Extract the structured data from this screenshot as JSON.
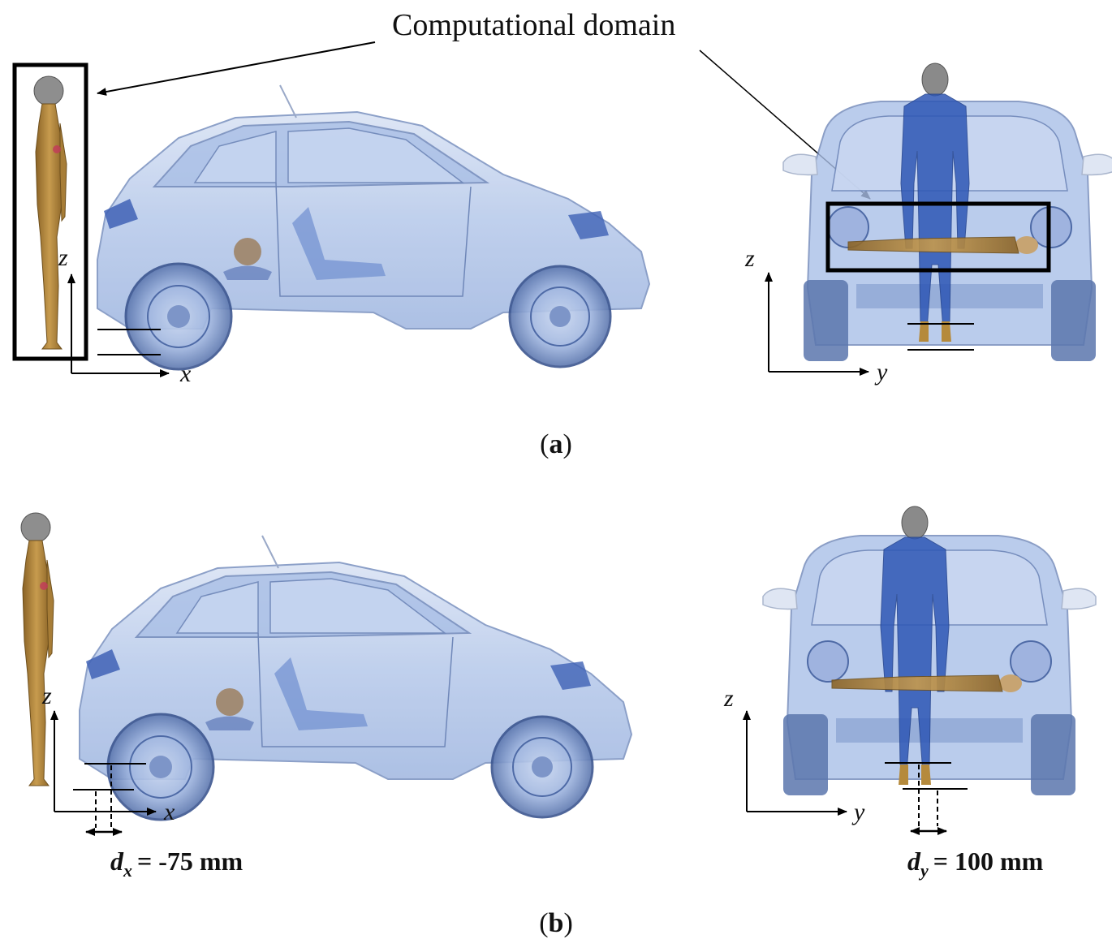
{
  "figure": {
    "annotation": "Computational domain",
    "panel_a_label": "a",
    "panel_b_label": "b",
    "axes": {
      "x": "x",
      "y": "y",
      "z": "z"
    },
    "offset_x": {
      "symbol": "d",
      "subscript": "x",
      "value_text": "= -75 mm"
    },
    "offset_y": {
      "symbol": "d",
      "subscript": "y",
      "value_text": "= 100 mm"
    },
    "colors": {
      "car_body": "#b9cdee",
      "car_outline": "#6f87b8",
      "car_dark": "#3f62b5",
      "human_skin": "#b58a3c",
      "human_blue": "#2e57b5",
      "domain_box": "#000000"
    },
    "icons": [
      "car-side-view",
      "car-front-view",
      "human-phantom-standing",
      "human-phantom-lying"
    ]
  }
}
